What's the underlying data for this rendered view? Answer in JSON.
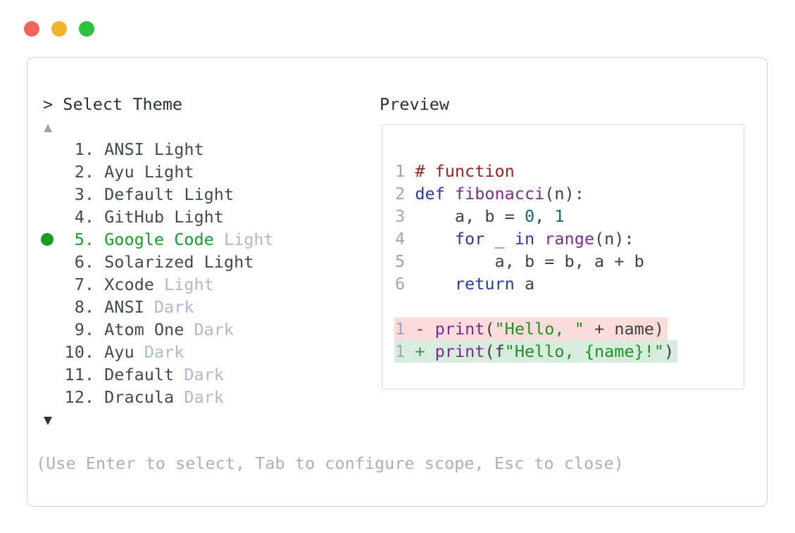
{
  "window_controls": {
    "close_color": "#f2635a",
    "minimize_color": "#f0b230",
    "zoom_color": "#2ec13e"
  },
  "colors": {
    "comment": "#942626",
    "keyword": "#2a3a9f",
    "function": "#7c2c8c",
    "number": "#0e6a6e",
    "string": "#1d9322",
    "plain": "#3d4147",
    "diff_minus": "#9e2b2b",
    "diff_plus": "#279c31",
    "removed_bg": "#fcdcda",
    "added_bg": "#d7ecdc",
    "selected_green": "#149d28"
  },
  "picker": {
    "prompt": "> Select Theme",
    "scroll_up": "▲",
    "scroll_down": "▼",
    "items": [
      {
        "number": "1.",
        "name": "ANSI",
        "variant": "Light",
        "variant_muted": false,
        "selected": false
      },
      {
        "number": "2.",
        "name": "Ayu",
        "variant": "Light",
        "variant_muted": false,
        "selected": false
      },
      {
        "number": "3.",
        "name": "Default",
        "variant": "Light",
        "variant_muted": false,
        "selected": false
      },
      {
        "number": "4.",
        "name": "GitHub",
        "variant": "Light",
        "variant_muted": false,
        "selected": false
      },
      {
        "number": "5.",
        "name": "Google Code",
        "variant": "Light",
        "variant_muted": true,
        "selected": true
      },
      {
        "number": "6.",
        "name": "Solarized",
        "variant": "Light",
        "variant_muted": false,
        "selected": false
      },
      {
        "number": "7.",
        "name": "Xcode",
        "variant": "Light",
        "variant_muted": true,
        "selected": false
      },
      {
        "number": "8.",
        "name": "ANSI",
        "variant": "Dark",
        "variant_muted": true,
        "selected": false
      },
      {
        "number": "9.",
        "name": "Atom One",
        "variant": "Dark",
        "variant_muted": true,
        "selected": false
      },
      {
        "number": "10.",
        "name": "Ayu",
        "variant": "Dark",
        "variant_muted": true,
        "selected": false
      },
      {
        "number": "11.",
        "name": "Default",
        "variant": "Dark",
        "variant_muted": true,
        "selected": false
      },
      {
        "number": "12.",
        "name": "Dracula",
        "variant": "Dark",
        "variant_muted": true,
        "selected": false
      }
    ],
    "hint": "(Use Enter to select, Tab to configure scope, Esc to close)"
  },
  "preview": {
    "label": "Preview",
    "code_lines": [
      {
        "number": "1",
        "tokens": [
          {
            "text": "# function",
            "color": "comment"
          }
        ]
      },
      {
        "number": "2",
        "tokens": [
          {
            "text": "def",
            "color": "keyword"
          },
          {
            "text": " ",
            "color": "plain"
          },
          {
            "text": "fibonacci",
            "color": "function"
          },
          {
            "text": "(n):",
            "color": "plain"
          }
        ]
      },
      {
        "number": "3",
        "tokens": [
          {
            "text": "    a, b = ",
            "color": "plain"
          },
          {
            "text": "0",
            "color": "number"
          },
          {
            "text": ", ",
            "color": "plain"
          },
          {
            "text": "1",
            "color": "number"
          }
        ]
      },
      {
        "number": "4",
        "tokens": [
          {
            "text": "    ",
            "color": "plain"
          },
          {
            "text": "for",
            "color": "keyword"
          },
          {
            "text": " _ ",
            "color": "plain"
          },
          {
            "text": "in",
            "color": "keyword"
          },
          {
            "text": " ",
            "color": "plain"
          },
          {
            "text": "range",
            "color": "function"
          },
          {
            "text": "(n):",
            "color": "plain"
          }
        ]
      },
      {
        "number": "5",
        "tokens": [
          {
            "text": "        a, b = b, a + b",
            "color": "plain"
          }
        ]
      },
      {
        "number": "6",
        "tokens": [
          {
            "text": "    ",
            "color": "plain"
          },
          {
            "text": "return",
            "color": "keyword"
          },
          {
            "text": " a",
            "color": "plain"
          }
        ]
      }
    ],
    "diff_lines": [
      {
        "number": "1",
        "sign": "-",
        "sign_color": "diff_minus",
        "bg": "removed_bg",
        "kind": "removed",
        "tokens": [
          {
            "text": "print",
            "color": "function"
          },
          {
            "text": "(",
            "color": "plain"
          },
          {
            "text": "\"Hello, \"",
            "color": "string"
          },
          {
            "text": " + name)",
            "color": "plain"
          }
        ]
      },
      {
        "number": "1",
        "sign": "+",
        "sign_color": "diff_plus",
        "bg": "added_bg",
        "kind": "added",
        "tokens": [
          {
            "text": "print",
            "color": "function"
          },
          {
            "text": "(f",
            "color": "plain"
          },
          {
            "text": "\"Hello, {name}!\"",
            "color": "string"
          },
          {
            "text": ")",
            "color": "plain"
          }
        ]
      }
    ]
  }
}
